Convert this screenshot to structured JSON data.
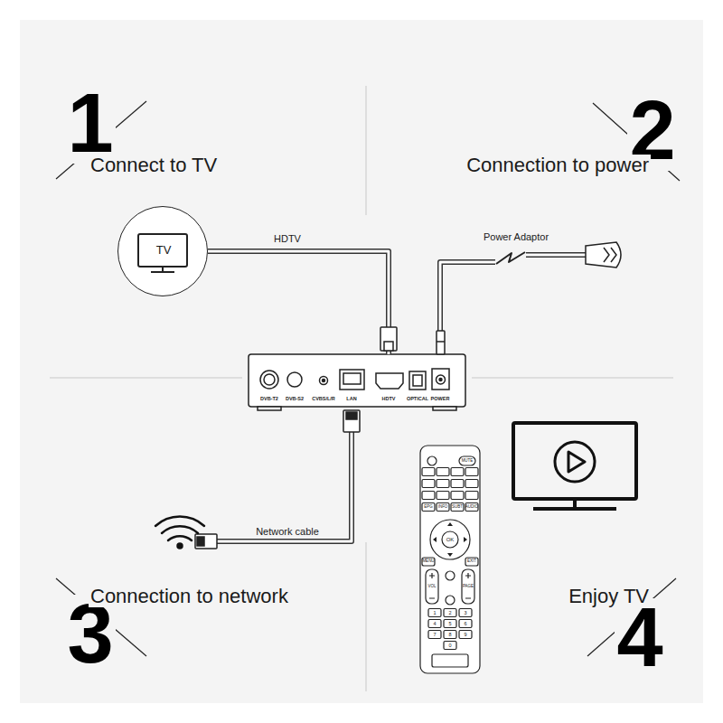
{
  "diagram": {
    "nodes": [
      {
        "text": [
          "TV"
        ]
      },
      {
        "text": [
          "DVB-T2",
          "DVB-S2",
          "CVBS/L/R",
          "LAN",
          "HDTV",
          "OPTICAL",
          "POWER"
        ]
      }
    ],
    "edges": [
      {
        "from": 0,
        "to": 1,
        "label": "HDTV",
        "arrow": "none"
      }
    ],
    "labels": [
      "1",
      "Connect to TV",
      "2",
      "Connection to power",
      "Power Adaptor",
      "Network cable",
      "3",
      "Connection to network",
      "4",
      "Enjoy TV",
      "MUTE",
      "EPG",
      "INFO",
      "SUBT",
      "AUDIO",
      "OK",
      "MENU",
      "EXIT",
      "VOL",
      "PAGE",
      "1",
      "2",
      "3",
      "4",
      "5",
      "6",
      "7",
      "8",
      "9",
      "0"
    ]
  }
}
